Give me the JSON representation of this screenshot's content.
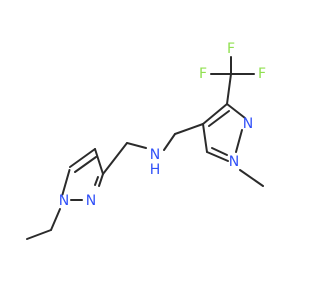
{
  "molecule": {
    "atom_labels": {
      "n1": "N",
      "n2": "N",
      "nh": "N",
      "h": "H",
      "n3": "N",
      "n4": "N",
      "f1": "F",
      "f2": "F",
      "f3": "F"
    },
    "colors": {
      "nitrogen": "#3050F8",
      "fluorine": "#90E050",
      "bond": "#2b2b2b"
    }
  }
}
